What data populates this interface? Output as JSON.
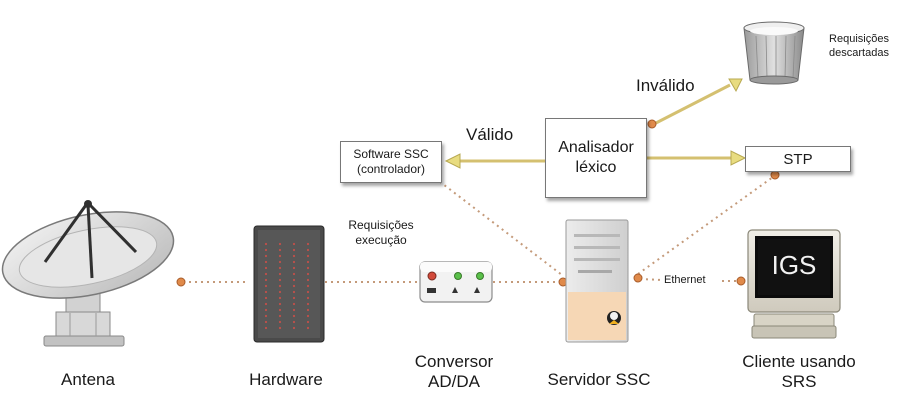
{
  "nodes": {
    "antena": "Antena",
    "hardware": "Hardware",
    "conversor": "Conversor\nAD/DA",
    "servidor": "Servidor SSC",
    "cliente": "Cliente usando\nSRS",
    "software": "Software SSC\n(controlador)",
    "analisador": "Analisador\nléxico",
    "stp": "STP",
    "descartadas": "Requisições\ndescartadas",
    "igs": "IGS"
  },
  "edges": {
    "valido": "Válido",
    "invalido": "Inválido",
    "requisicoes": "Requisições\nexecução",
    "ethernet": "Ethernet"
  },
  "colors": {
    "dot_line": "#c49a7a",
    "dot_node": "#e08a4a",
    "arrow": "#d4c070",
    "arrow_head": "#e8dc80"
  }
}
